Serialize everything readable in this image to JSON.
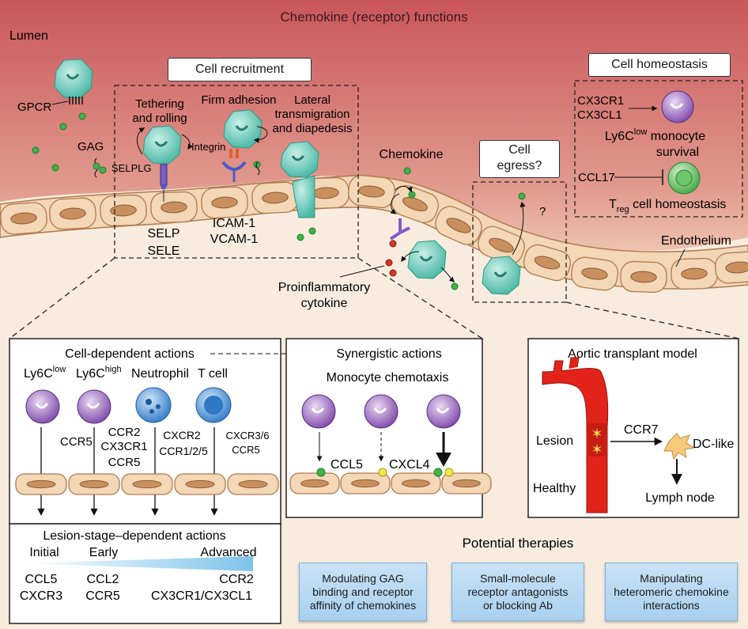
{
  "title": "Chemokine (receptor) functions",
  "lumen": "Lumen",
  "gpcr": "GPCR",
  "gag": "GAG",
  "selplg": "SELPLG",
  "integrin": "Integrin",
  "selp": "SELP",
  "sele": "SELE",
  "icam": "ICAM-1",
  "vcam": "VCAM-1",
  "recruitment": {
    "title": "Cell recruitment",
    "tethering": "Tethering",
    "rolling": "and rolling",
    "adhesion": "Firm adhesion",
    "lateral1": "Lateral",
    "lateral2": "transmigration",
    "lateral3": "and diapedesis"
  },
  "chemokine": "Chemokine",
  "proinflam1": "Proinflammatory",
  "proinflam2": "cytokine",
  "egress1": "Cell",
  "egress2": "egress?",
  "egress_q": "?",
  "homeostasis": {
    "title": "Cell homeostasis",
    "cx3cr1": "CX3CR1",
    "cx3cl1": "CX3CL1",
    "ly6c": "Ly6C",
    "ly6c_sup": "low",
    "monocyte": " monocyte",
    "survival": "survival",
    "ccl17": "CCL17",
    "treg_t": "T",
    "treg_sub": "reg",
    "treg_rest": " cell homeostasis"
  },
  "endothelium": "Endothelium",
  "cell_dependent": {
    "title": "Cell-dependent actions",
    "ly6clow": "Ly6C",
    "ly6clow_sup": "low",
    "ly6chigh": "Ly6C",
    "ly6chigh_sup": "high",
    "neutrophil": "Neutrophil",
    "tcell": "T cell",
    "ccr5": "CCR5",
    "ccr2": "CCR2",
    "cx3cr1": "CX3CR1",
    "ccr5b": "CCR5",
    "cxcr2": "CXCR2",
    "ccr125": "CCR1/2/5",
    "cxcr36": "CXCR3/6",
    "ccr5c": "CCR5"
  },
  "lesion_stage": {
    "title": "Lesion-stage–dependent actions",
    "initial": "Initial",
    "early": "Early",
    "advanced": "Advanced",
    "ccl5": "CCL5",
    "cxcr3": "CXCR3",
    "ccl2": "CCL2",
    "ccr5": "CCR5",
    "ccr2": "CCR2",
    "cx3": "CX3CR1/CX3CL1"
  },
  "synergistic": {
    "title": "Synergistic actions",
    "chemotaxis": "Monocyte chemotaxis",
    "ccl5": "CCL5",
    "cxcl4": "CXCL4"
  },
  "aortic": {
    "title": "Aortic transplant model",
    "lesion": "Lesion",
    "healthy": "Healthy",
    "ccr7": "CCR7",
    "dclike": "DC-like",
    "lymph": "Lymph node"
  },
  "therapies": {
    "title": "Potential therapies",
    "t1": [
      "Modulating GAG",
      "binding and receptor",
      "affinity of chemokines"
    ],
    "t2": [
      "Small-molecule",
      "receptor antagonists",
      "or blocking Ab"
    ],
    "t3": [
      "Manipulating",
      "heteromeric chemokine",
      "interactions"
    ]
  },
  "colors": {
    "lumen_top": "#c6535a",
    "lumen_bottom": "#e9a99a",
    "endothelial": "#f3d7b6",
    "endo_stroke": "#b07a4f",
    "monocyte": "#5fc9b6",
    "purple": "#8f5fb8",
    "neutrophil": "#3f86cc",
    "treg": "#5cb65c",
    "chemokine_green": "#3eb34a",
    "chemokine_yellow": "#f3e84a",
    "cytokine_red": "#d8362a",
    "therapy": "#b6d7f1"
  }
}
